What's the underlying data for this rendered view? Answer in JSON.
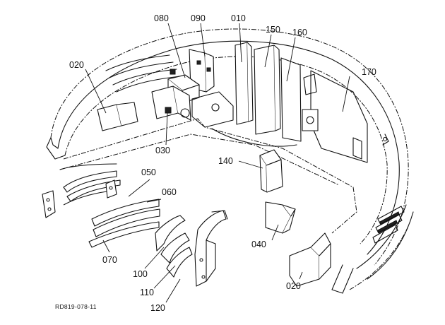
{
  "callouts": {
    "c010": "010",
    "c020a": "020",
    "c020b": "020",
    "c030": "030",
    "c040": "040",
    "c050": "050",
    "c060": "060",
    "c070": "070",
    "c080": "080",
    "c090": "090",
    "c100": "100",
    "c110": "110",
    "c120": "120",
    "c140": "140",
    "c150": "150",
    "c160": "160",
    "c170": "170"
  },
  "figure_ref": "RD819-078-11"
}
